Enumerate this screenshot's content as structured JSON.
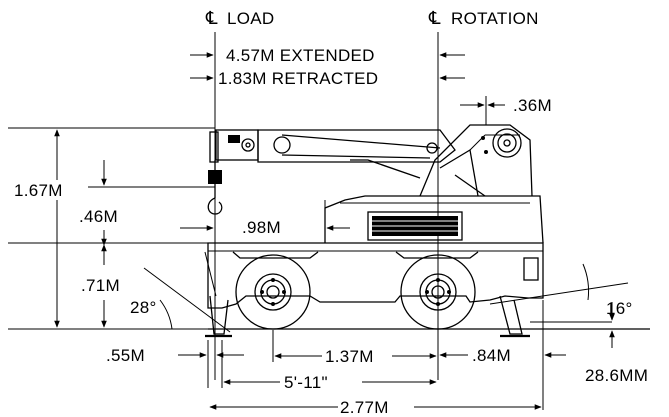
{
  "centerlines": {
    "symbol": "℄",
    "load": "LOAD",
    "rotation": "ROTATION"
  },
  "dimensions": {
    "boom_extended": "4.57M EXTENDED",
    "boom_retracted": "1.83M RETRACTED",
    "rotation_offset": ".36M",
    "overall_height": "1.67M",
    "hook_height": ".46M",
    "boom_to_body": ".98M",
    "body_height": ".71M",
    "approach_angle": "28°",
    "departure_angle": "16°",
    "front_overhang": ".55M",
    "wheelbase_to_rotation": "1.37M",
    "rear_overhang": ".84M",
    "ground_clearance": "28.6MM",
    "wheelbase_imperial": "5'-11\"",
    "overall_length": "2.77M"
  }
}
